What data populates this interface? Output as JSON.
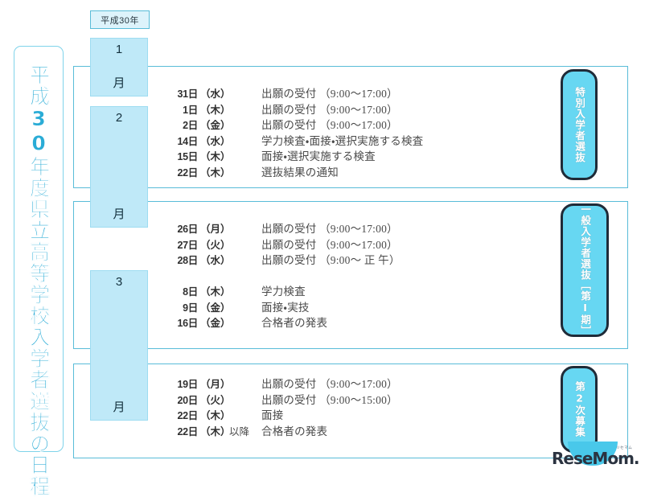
{
  "header": {
    "year_tag": "平成30年"
  },
  "title": {
    "vertical": "平成30年度県立高等学校入学者選抜の日程"
  },
  "months": [
    {
      "num": "1",
      "kanji": "月"
    },
    {
      "num": "2",
      "kanji": "月"
    },
    {
      "num": "3",
      "kanji": "月"
    }
  ],
  "sections": [
    {
      "badge": [
        "特別入学者選抜"
      ],
      "rows": [
        {
          "day": "31日",
          "dow": "（水）",
          "suffix": "",
          "desc": "出願の受付 （9:00〜17:00）"
        },
        {
          "day": "1日",
          "dow": "（木）",
          "suffix": "",
          "desc": "出願の受付 （9:00〜17:00）"
        },
        {
          "day": "2日",
          "dow": "（金）",
          "suffix": "",
          "desc": "出願の受付 （9:00〜17:00）"
        },
        {
          "day": "14日",
          "dow": "（水）",
          "suffix": "",
          "desc": "学力検査・面接・選択実施する検査"
        },
        {
          "day": "15日",
          "dow": "（木）",
          "suffix": "",
          "desc": "面接・選択実施する検査"
        },
        {
          "day": "22日",
          "dow": "（木）",
          "suffix": "",
          "desc": "選抜結果の通知"
        }
      ]
    },
    {
      "badge": [
        "一般入学者選抜",
        "［第Ⅰ期］"
      ],
      "rows": [
        {
          "day": "26日",
          "dow": "（月）",
          "suffix": "",
          "desc": "出願の受付 （9:00〜17:00）"
        },
        {
          "day": "27日",
          "dow": "（火）",
          "suffix": "",
          "desc": "出願の受付 （9:00〜17:00）"
        },
        {
          "day": "28日",
          "dow": "（水）",
          "suffix": "",
          "desc": "出願の受付 （9:00〜 正 午）"
        },
        {
          "day": "",
          "dow": "",
          "suffix": "",
          "desc": ""
        },
        {
          "day": "8日",
          "dow": "（木）",
          "suffix": "",
          "desc": "学力検査"
        },
        {
          "day": "9日",
          "dow": "（金）",
          "suffix": "",
          "desc": "面接・実技"
        },
        {
          "day": "16日",
          "dow": "（金）",
          "suffix": "",
          "desc": "合格者の発表"
        }
      ]
    },
    {
      "badge": [
        "第2次募集"
      ],
      "rows": [
        {
          "day": "19日",
          "dow": "（月）",
          "suffix": "",
          "desc": "出願の受付 （9:00〜17:00）"
        },
        {
          "day": "20日",
          "dow": "（火）",
          "suffix": "",
          "desc": "出願の受付 （9:00〜15:00）"
        },
        {
          "day": "22日",
          "dow": "（木）",
          "suffix": "",
          "desc": "面接"
        },
        {
          "day": "22日",
          "dow": "（木）",
          "suffix": "以降",
          "desc": "合格者の発表"
        }
      ]
    }
  ],
  "watermark": {
    "brand": "ReseMom.",
    "kana": "リセマム"
  },
  "colors": {
    "accent_cyan": "#2aacd6",
    "month_fill": "#bfe9f8",
    "badge_fill": "#67d7f2",
    "badge_border": "#1f2b38",
    "frame_line": "#59bcd8"
  }
}
